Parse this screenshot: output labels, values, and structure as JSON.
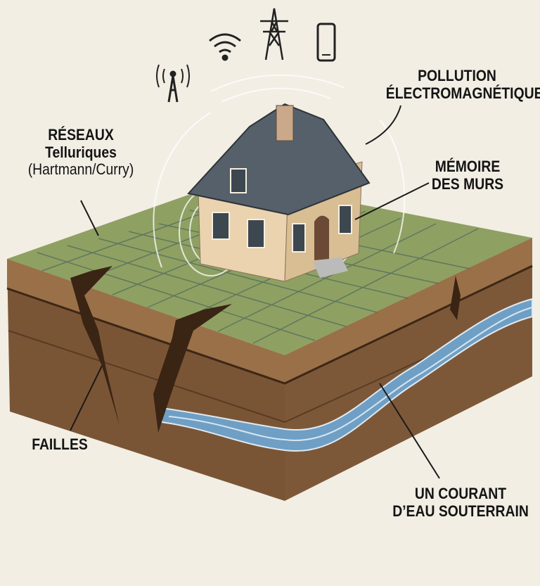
{
  "labels": {
    "pollution": {
      "line1": "POLLUTION",
      "line2": "ÉLECTROMAGNÉTIQUE"
    },
    "reseaux": {
      "line1": "RÉSEAUX",
      "line2": "Telluriques",
      "line3": "(Hartmann/Curry)"
    },
    "memoire": {
      "line1": "MÉMOIRE",
      "line2": "DES MURS"
    },
    "failles": {
      "line1": "FAILLES"
    },
    "courant": {
      "line1": "UN COURANT",
      "line2": "D’EAU SOUTERRAIN"
    }
  },
  "icons": [
    "radio-tower-icon",
    "wifi-icon",
    "power-pylon-icon",
    "smartphone-icon"
  ],
  "colors": {
    "background": "#f2eee4",
    "grass": "#8fa063",
    "soil": "#7a5535",
    "water": "#6f9fc4",
    "roof": "#55606a",
    "walls": "#ead3ae"
  }
}
